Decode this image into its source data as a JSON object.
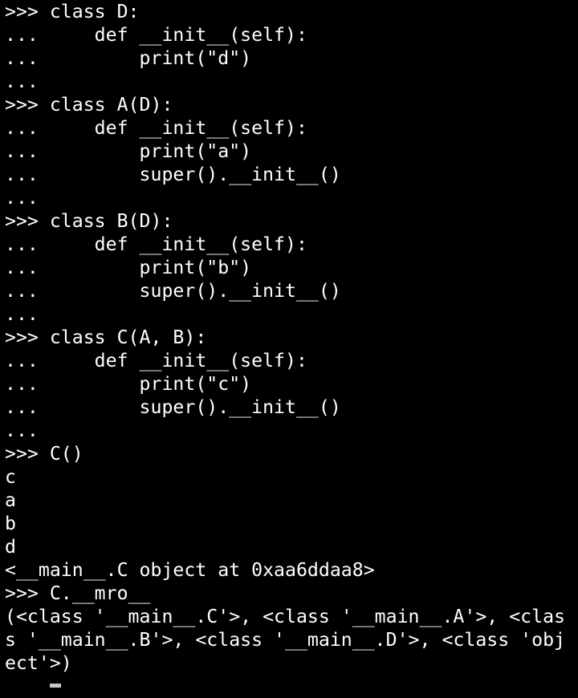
{
  "terminal": {
    "lines": [
      ">>> class D:",
      "...     def __init__(self):",
      "...         print(\"d\")",
      "...",
      ">>> class A(D):",
      "...     def __init__(self):",
      "...         print(\"a\")",
      "...         super().__init__()",
      "...",
      ">>> class B(D):",
      "...     def __init__(self):",
      "...         print(\"b\")",
      "...         super().__init__()",
      "...",
      ">>> class C(A, B):",
      "...     def __init__(self):",
      "...         print(\"c\")",
      "...         super().__init__()",
      "...",
      ">>> C()",
      "c",
      "a",
      "b",
      "d",
      "<__main__.C object at 0xaa6ddaa8>",
      ">>> C.__mro__",
      "(<class '__main__.C'>, <class '__main__.A'>, <clas",
      "s '__main__.B'>, <class '__main__.D'>, <class 'obj",
      "ect'>)"
    ],
    "colors": {
      "background": "#000000",
      "foreground": "#ffffff",
      "cursor": "#c8c8c8"
    }
  }
}
